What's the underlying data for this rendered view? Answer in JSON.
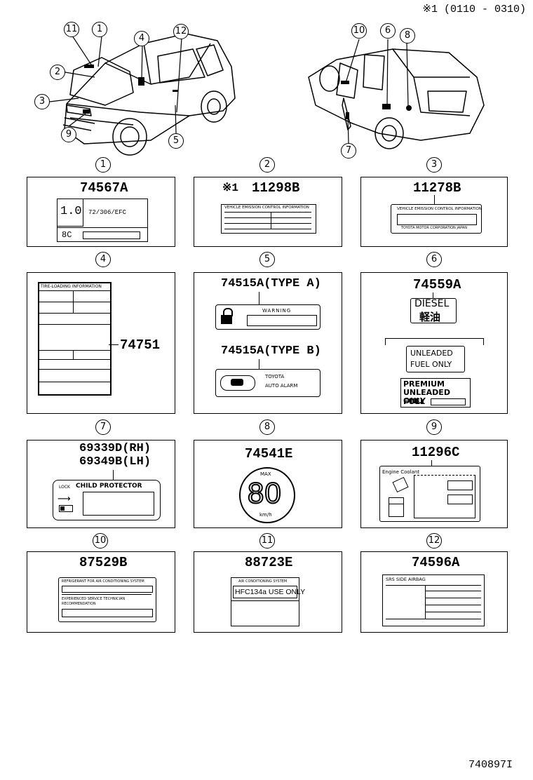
{
  "header_note": "※1 (0110 - 0310)",
  "figure_id": "740897I",
  "callouts": [
    "1",
    "2",
    "3",
    "4",
    "5",
    "6",
    "7",
    "8",
    "9",
    "10",
    "11",
    "12"
  ],
  "labels": {
    "p1": {
      "number": "1",
      "part": "74567A",
      "value": "1.0",
      "spec": "72/306/EFC",
      "code": "8C"
    },
    "p2": {
      "number": "2",
      "note": "※1",
      "part": "11298B",
      "heading": "VEHICLE EMISSION CONTROL INFORMATION"
    },
    "p3": {
      "number": "3",
      "part": "11278B",
      "heading": "VEHICLE EMISSION CONTROL INFORMATION",
      "footer": "TOYOTA MOTOR CORPORATION JAPAN"
    },
    "p4": {
      "number": "4",
      "part": "74751",
      "heading": "TIRE-LOADING INFORMATION"
    },
    "p5": {
      "number": "5",
      "part_a": "74515A(TYPE A)",
      "part_b": "74515A(TYPE B)",
      "warning": "WARNING",
      "brand": "TOYOTA",
      "alarm": "AUTO ALARM"
    },
    "p6": {
      "number": "6",
      "part": "74559A",
      "diesel": "DIESEL",
      "diesel_jp": "軽油",
      "unleaded_1": "UNLEADED",
      "unleaded_2": "FUEL ONLY",
      "premium_1": "PREMIUM",
      "premium_2": "UNLEADED FUEL",
      "premium_3": "ONLY"
    },
    "p7": {
      "number": "7",
      "part_rh": "69339D(RH)",
      "part_lh": "69349B(LH)",
      "lock": "LOCK",
      "title": "CHILD PROTECTOR"
    },
    "p8": {
      "number": "8",
      "part": "74541E",
      "max": "MAX",
      "speed": "80",
      "unit": "km/h"
    },
    "p9": {
      "number": "9",
      "part": "11296C",
      "heading": "Engine Coolant"
    },
    "p10": {
      "number": "10",
      "part": "87529B",
      "heading": "REFRIGERANT FOR AIR CONDITIONING SYSTEM",
      "line_2": "EXPERIENCED SERVICE TECHNICIAN",
      "line_3": "RECOMMENDATION"
    },
    "p11": {
      "number": "11",
      "part": "88723E",
      "heading": "AIR CONDITIONING SYSTEM",
      "refrigerant": "HFC134a USE ONLY"
    },
    "p12": {
      "number": "12",
      "part": "74596A",
      "heading": "SRS SIDE AIRBAG"
    }
  }
}
